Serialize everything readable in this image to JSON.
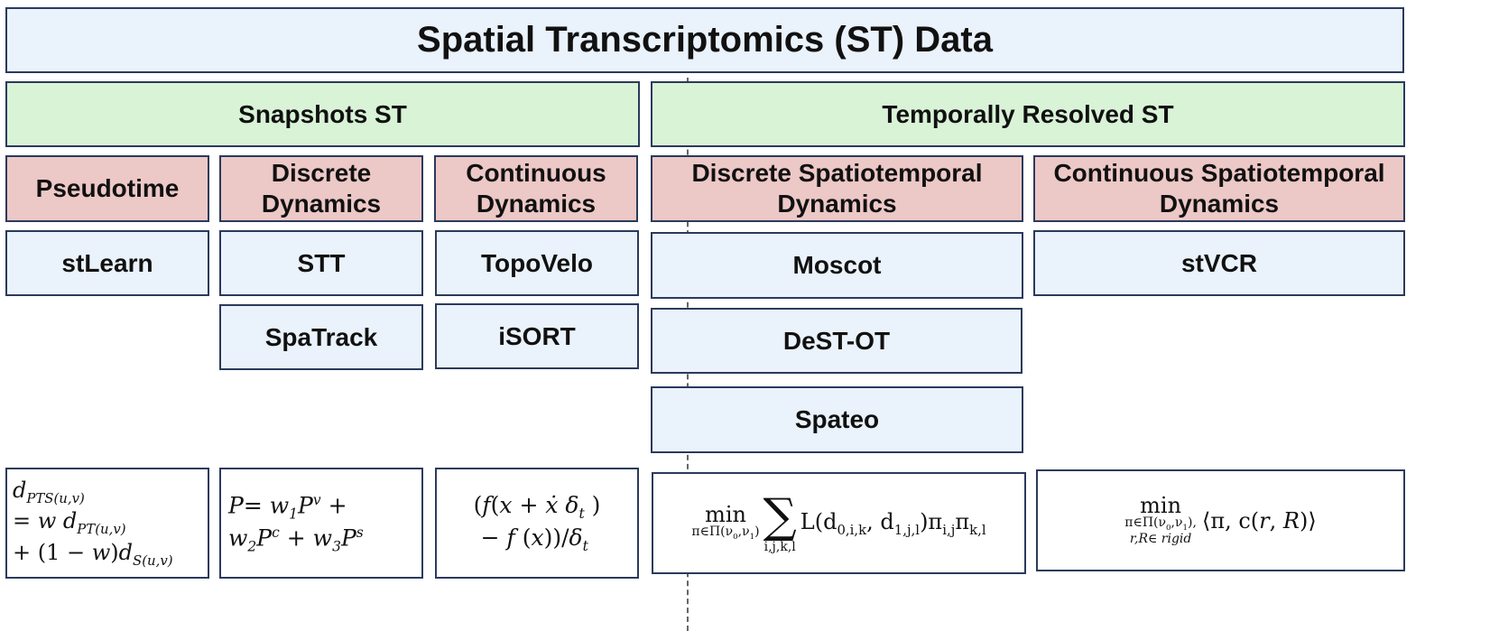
{
  "title": "Spatial Transcriptomics (ST) Data",
  "groups": {
    "snapshots": "Snapshots ST",
    "temporal": "Temporally Resolved ST"
  },
  "categories": {
    "pseudotime": "Pseudotime",
    "discrete": "Discrete Dynamics",
    "continuous": "Continuous Dynamics",
    "discrete_st": "Discrete Spatiotemporal Dynamics",
    "continuous_st": "Continuous Spatiotemporal Dynamics"
  },
  "tools": {
    "stlearn": "stLearn",
    "stt": "STT",
    "spatrack": "SpaTrack",
    "topovelo": "TopoVelo",
    "isort": "iSORT",
    "moscot": "Moscot",
    "destot": "DeST-OT",
    "spateo": "Spateo",
    "stvcr": "stVCR"
  },
  "formulas": {
    "pseudotime": "d_PTS(u,v) = w d_PT(u,v) + (1 − w) d_S(u,v)",
    "discrete": "P = w1 P^v + w2 P^c + w3 P^s",
    "continuous": "(f(x + ẋ δt) − f(x))/δt",
    "discrete_st": "min π∈Π(ν0,ν1) Σ i,j,k,l L(d0,i,k, d1,j,l) πi,j πk,l",
    "continuous_st": "min π∈Π(ν0,ν1), r,R∈rigid ⟨π, c(r, R)⟩"
  }
}
